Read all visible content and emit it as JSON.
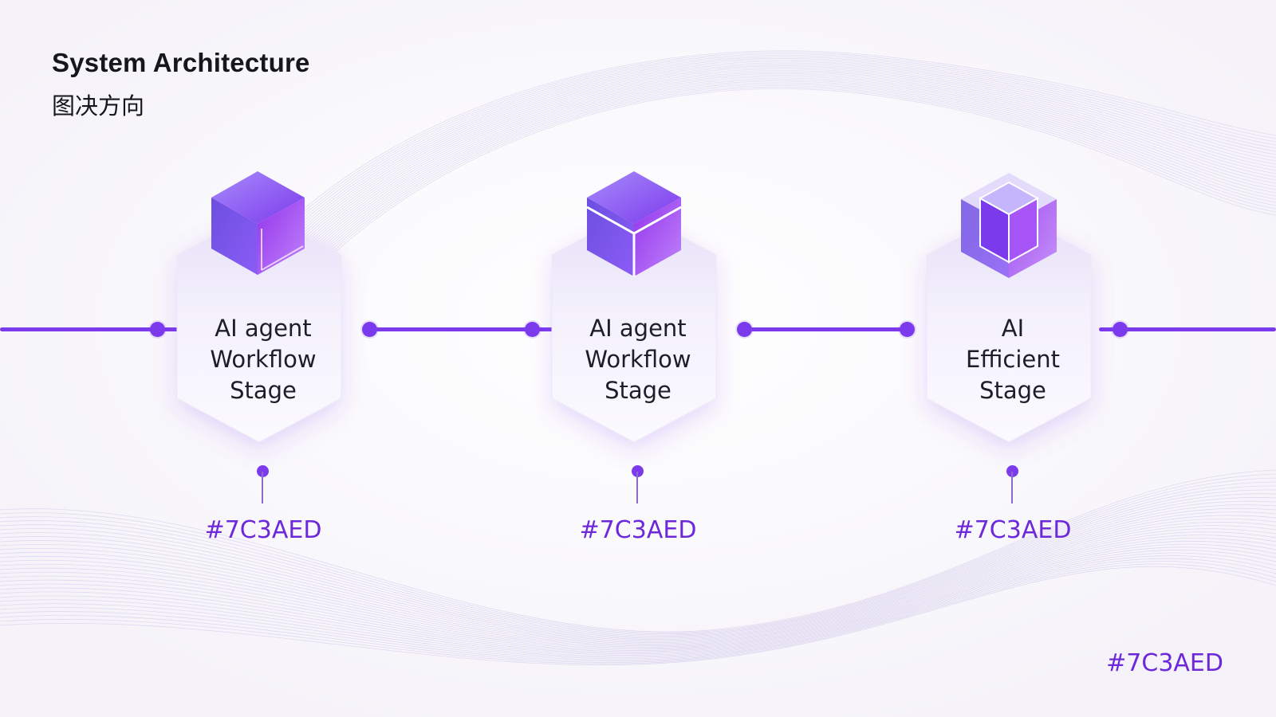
{
  "header": {
    "title": "System Architecture",
    "subtitle": "图决方向"
  },
  "stages": [
    {
      "label": "AI agent\nWorkflow\nStage",
      "code": "#7C3AED",
      "icon": "cube-icon"
    },
    {
      "label": "AI agent\nWorkflow\nStage",
      "code": "#7C3AED",
      "icon": "layered-cube-icon"
    },
    {
      "label": "AI\nEfficient\nStage",
      "code": "#7C3AED",
      "icon": "nested-cube-icon"
    }
  ],
  "footer": {
    "code": "#7C3AED"
  },
  "colors": {
    "accent": "#7C3AED",
    "background": "#FBFAFC",
    "text": "#16161F"
  }
}
